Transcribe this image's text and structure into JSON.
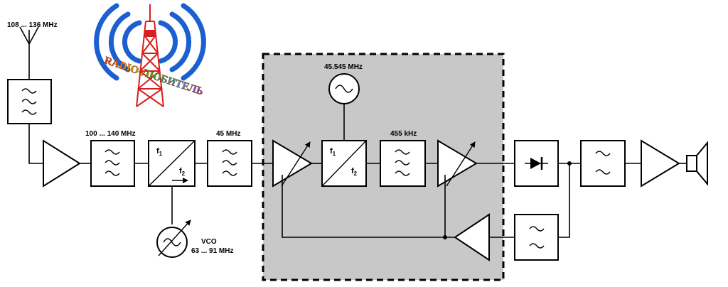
{
  "labels": {
    "antenna_freq": "108 ... 136 MHz",
    "rf_filter_freq": "100 ... 140 MHz",
    "if1_freq": "45 MHz",
    "lo2_freq": "45.545 MHz",
    "if2_freq": "455 kHz",
    "vco_name": "VCO",
    "vco_freq": "63 ... 91 MHz",
    "mixer1_f1": "f",
    "mixer1_f2": "f",
    "mixer2_f1": "f",
    "mixer2_f2": "f",
    "sub1": "1",
    "sub2": "2"
  },
  "logo": {
    "text": "RADIO-ЛЮБИТЕЛЬ"
  },
  "colors": {
    "shaded_region": "#c8c8c8",
    "logo_blue": "#1c5fd0",
    "logo_red": "#d81e1e"
  }
}
